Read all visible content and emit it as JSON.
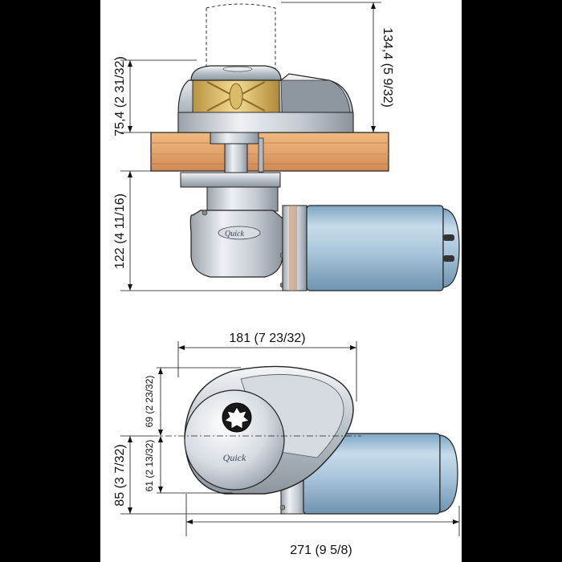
{
  "drawing": {
    "brand_logo": "Quick",
    "dimensions": {
      "height_total": "134,4 (5 9/32)",
      "height_above_deck": "75,4 (2 31/32)",
      "height_below_deck": "122 (4 11/16)",
      "width_top": "181 (7 23/32)",
      "width_bottom": "271 (9 5/8)",
      "depth_front": "69 (2 23/32)",
      "depth_rear": "61 (2 13/32)",
      "depth_total": "85 (3 7/32)"
    }
  },
  "colors": {
    "page_bg": "#000000",
    "sheet_bg": "#ffffff",
    "deck_wood": "#e3a46e",
    "motor_blue": "#a8c6dd",
    "chrome": "#cfd5dc",
    "gypsy_gold": "#e9cf7e"
  }
}
